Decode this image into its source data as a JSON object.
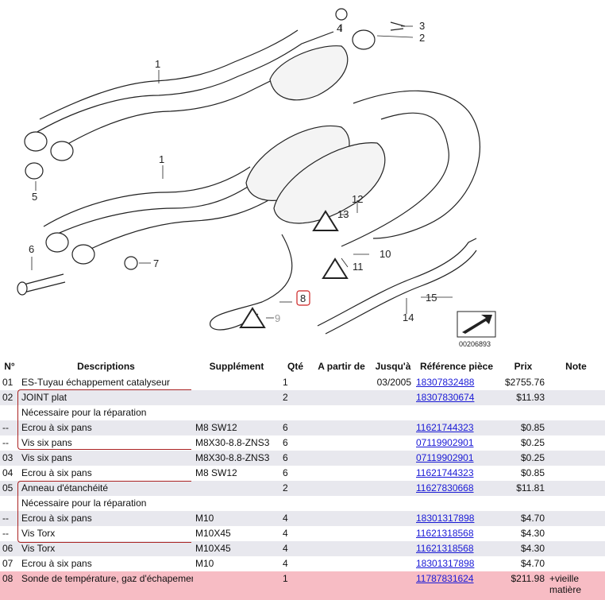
{
  "diagram": {
    "callouts": [
      "1",
      "1",
      "2",
      "3",
      "4",
      "5",
      "6",
      "7",
      "8",
      "9",
      "10",
      "11",
      "12",
      "13",
      "14",
      "15"
    ],
    "ref_code": "00206893"
  },
  "table": {
    "headers": [
      "N°",
      "Descriptions",
      "Supplément",
      "Qté",
      "A partir de",
      "Jusqu'à",
      "Référence pièce",
      "Prix",
      "Note"
    ],
    "rows": [
      {
        "no": "01",
        "desc": "ES-Tuyau échappement catalyseur",
        "sup": "",
        "qty": "1",
        "from": "",
        "to": "03/2005",
        "ref": "18307832488",
        "price": "$2755.76",
        "note": "",
        "icon": false
      },
      {
        "no": "02",
        "desc": "JOINT plat",
        "sup": "",
        "qty": "2",
        "from": "",
        "to": "",
        "ref": "18307830674",
        "price": "$11.93",
        "note": "",
        "icon": false
      },
      {
        "no": "",
        "desc": "Nécessaire pour la réparation",
        "sup": "",
        "qty": "",
        "from": "",
        "to": "",
        "ref": "",
        "price": "",
        "note": "",
        "icon": false
      },
      {
        "no": "--",
        "desc": "Ecrou à six pans",
        "sup": "M8 SW12",
        "qty": "6",
        "from": "",
        "to": "",
        "ref": "11621744323",
        "price": "$0.85",
        "note": "",
        "icon": true
      },
      {
        "no": "--",
        "desc": "Vis six pans",
        "sup": "M8X30-8.8-ZNS3",
        "qty": "6",
        "from": "",
        "to": "",
        "ref": "07119902901",
        "price": "$0.25",
        "note": "",
        "icon": false
      },
      {
        "no": "03",
        "desc": "Vis six pans",
        "sup": "M8X30-8.8-ZNS3",
        "qty": "6",
        "from": "",
        "to": "",
        "ref": "07119902901",
        "price": "$0.25",
        "note": "",
        "icon": false
      },
      {
        "no": "04",
        "desc": "Ecrou à six pans",
        "sup": "M8 SW12",
        "qty": "6",
        "from": "",
        "to": "",
        "ref": "11621744323",
        "price": "$0.85",
        "note": "",
        "icon": true
      },
      {
        "no": "05",
        "desc": "Anneau d'étanchéité",
        "sup": "",
        "qty": "2",
        "from": "",
        "to": "",
        "ref": "11627830668",
        "price": "$11.81",
        "note": "",
        "icon": false
      },
      {
        "no": "",
        "desc": "Nécessaire pour la réparation",
        "sup": "",
        "qty": "",
        "from": "",
        "to": "",
        "ref": "",
        "price": "",
        "note": "",
        "icon": false
      },
      {
        "no": "--",
        "desc": "Ecrou à six pans",
        "sup": "M10",
        "qty": "4",
        "from": "",
        "to": "",
        "ref": "18301317898",
        "price": "$4.70",
        "note": "",
        "icon": false
      },
      {
        "no": "--",
        "desc": "Vis Torx",
        "sup": "M10X45",
        "qty": "4",
        "from": "",
        "to": "",
        "ref": "11621318568",
        "price": "$4.30",
        "note": "",
        "icon": false
      },
      {
        "no": "06",
        "desc": "Vis Torx",
        "sup": "M10X45",
        "qty": "4",
        "from": "",
        "to": "",
        "ref": "11621318568",
        "price": "$4.30",
        "note": "",
        "icon": false
      },
      {
        "no": "07",
        "desc": "Ecrou à six pans",
        "sup": "M10",
        "qty": "4",
        "from": "",
        "to": "",
        "ref": "18301317898",
        "price": "$4.70",
        "note": "",
        "icon": false
      },
      {
        "no": "08",
        "desc": "Sonde de température, gaz d'échapement",
        "sup": "",
        "qty": "1",
        "from": "",
        "to": "",
        "ref": "11787831624",
        "price": "$211.98",
        "note": "+vieille matière",
        "icon": false
      }
    ]
  },
  "colors": {
    "link": "#1a1ad6",
    "row_alt": "#e8e8ee",
    "highlight": "#f7bcc4",
    "bracket": "#aa2222"
  }
}
